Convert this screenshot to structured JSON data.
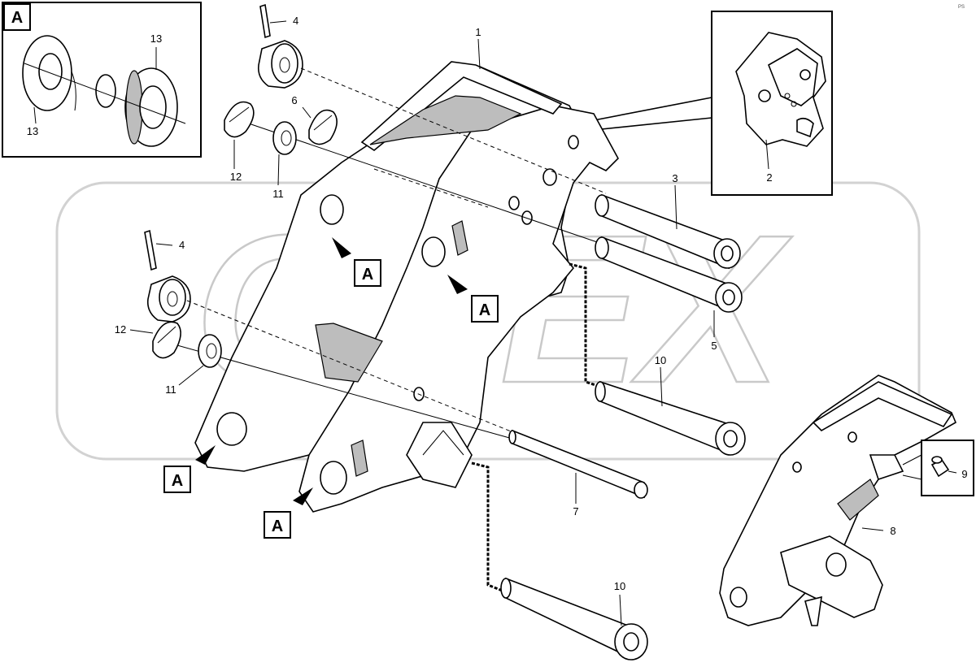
{
  "diagram": {
    "watermark": "OPEX",
    "corner_mark": "PS",
    "callouts": {
      "c1": "1",
      "c2": "2",
      "c3": "3",
      "c4a": "4",
      "c4b": "4",
      "c5": "5",
      "c6": "6",
      "c7": "7",
      "c8": "8",
      "c9": "9",
      "c10a": "10",
      "c10b": "10",
      "c11a": "11",
      "c11b": "11",
      "c12a": "12",
      "c12b": "12",
      "c13a": "13",
      "c13b": "13"
    },
    "detail_marker": "A",
    "view_markers": [
      "A",
      "A",
      "A",
      "A"
    ]
  }
}
